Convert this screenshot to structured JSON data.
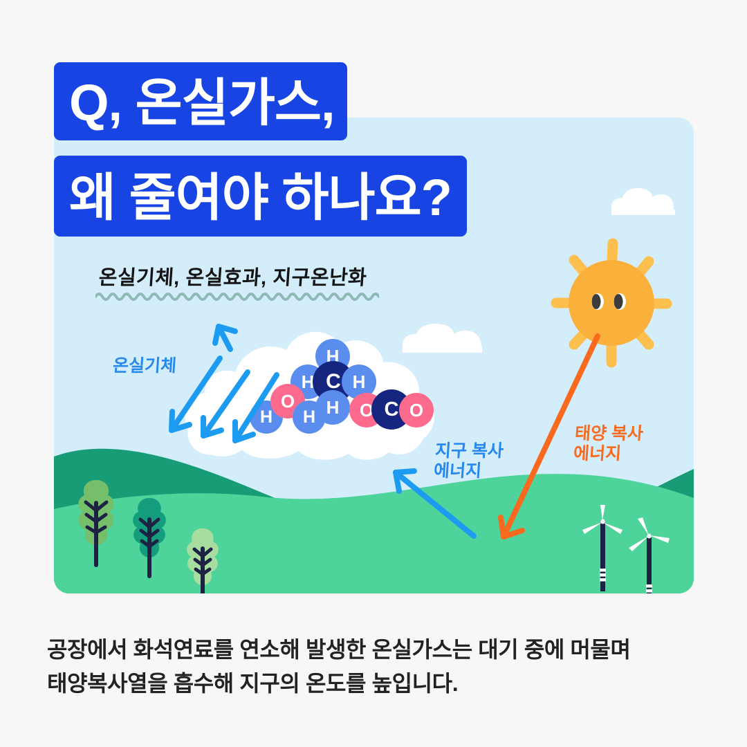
{
  "page": {
    "background_color": "#f7f7f7",
    "panel_color": "#d3edfb"
  },
  "title": {
    "line1": "Q, 온실가스,",
    "line2": "왜 줄여야 하나요?",
    "banner_color": "#1744e2",
    "text_color": "#ffffff"
  },
  "subtitle": {
    "text": "온실기체, 온실효과, 지구온난화",
    "underline_color": "#8fb8b5",
    "text_color": "#141414"
  },
  "labels": {
    "greenhouse_gas": "온실기체",
    "earth_radiation": "지구 복사\n에너지",
    "solar_radiation": "태양 복사\n에너지",
    "blue_label_color": "#2789ed",
    "orange_label_color": "#f76c20"
  },
  "molecules": [
    {
      "name": "methane",
      "formula": "CH4",
      "atoms": [
        {
          "symbol": "H",
          "type": "hydrogen",
          "color": "#5b8def"
        },
        {
          "symbol": "H",
          "type": "hydrogen",
          "color": "#5b8def"
        },
        {
          "symbol": "C",
          "type": "carbon",
          "color": "#16257f"
        },
        {
          "symbol": "H",
          "type": "hydrogen",
          "color": "#5b8def"
        },
        {
          "symbol": "H",
          "type": "hydrogen",
          "color": "#5b8def"
        }
      ]
    },
    {
      "name": "water",
      "formula": "H2O",
      "atoms": [
        {
          "symbol": "H",
          "type": "hydrogen",
          "color": "#5b8def"
        },
        {
          "symbol": "O",
          "type": "oxygen",
          "color": "#fc6a8e"
        },
        {
          "symbol": "H",
          "type": "hydrogen",
          "color": "#5b8def"
        }
      ]
    },
    {
      "name": "carbon-dioxide",
      "formula": "CO2",
      "atoms": [
        {
          "symbol": "O",
          "type": "oxygen",
          "color": "#fc6a8e"
        },
        {
          "symbol": "C",
          "type": "carbon",
          "color": "#16257f"
        },
        {
          "symbol": "O",
          "type": "oxygen",
          "color": "#fc6a8e"
        }
      ]
    }
  ],
  "scene": {
    "sun_color": "#fbb03b",
    "sun_ray_color": "#fdbf4e",
    "cloud_color": "#ffffff",
    "hill_back_color": "#189c76",
    "hill_front_color": "#4ed39b",
    "tree_colors": [
      "#76bf6a",
      "#159e7e",
      "#a8dda0"
    ],
    "trunk_color": "#1d2244",
    "turbine_tower_color": "#1d2244",
    "turbine_blade_color": "#ffffff",
    "blue_arrow_color": "#1c9bf0",
    "orange_arrow_color": "#f96a1e"
  },
  "caption": {
    "line1": "공장에서 화석연료를 연소해 발생한 온실가스는 대기 중에 머물며",
    "line2": "태양복사열을 흡수해 지구의 온도를 높입니다."
  }
}
